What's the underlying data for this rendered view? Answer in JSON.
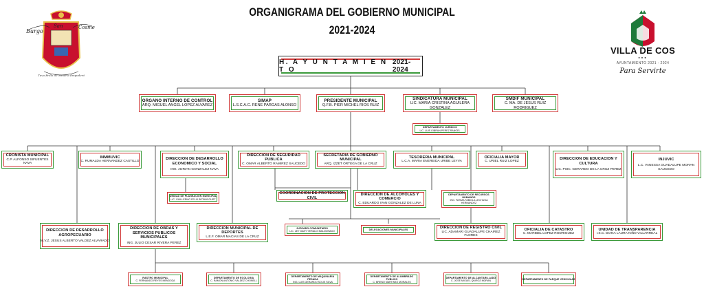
{
  "header": {
    "title": "ORGANIGRAMA DEL GOBIERNO MUNICIPAL",
    "years": "2021-2024"
  },
  "top": {
    "ayuntamiento": "H.  A Y U N T A M I E N T O",
    "period": "2021-2024"
  },
  "left_logo": {
    "word1": "Burgo",
    "word2": "San",
    "word3": "Cosme",
    "motto": "Tuvo Brillo de Minería Empoderó"
  },
  "right_logo": {
    "name": "VILLA DE COS",
    "dots": "●●●",
    "sub": "AYUNTAMIENTO 2021 - 2024",
    "slogan": "Para Servirte"
  },
  "row1": [
    {
      "title": "ORGANO INTERNO DE CONTROL",
      "sub": "ARQ. MIGUEL ANGEL LOPEZ ALVAREZ"
    },
    {
      "title": "SIMAP",
      "sub": "L.S.C.A.C. RENE PARGAS ALONSO"
    },
    {
      "title": "PRESIDENTE MUNICIPAL",
      "sub": "Q.F.B. PIER MICHEL RIOS RUIZ"
    },
    {
      "title": "SINDICATURA MUNICIPAL",
      "sub": "LIC. MARIA CRISTINA AGUILERA GONZALEZ"
    },
    {
      "title": "SMDIF MUNICIPAL",
      "sub": "C. MA. DE JESUS RUIZ RODRIGUEZ"
    }
  ],
  "juridico": {
    "title": "DEPARTAMENTO JURIDICO",
    "sub": "LIC. LUIS GIBRAN PEREZ RANGEL"
  },
  "row2": [
    {
      "title": "CRONISTA MUNICIPAL",
      "sub": "C.P. ALFONSO SIFUENTES NAVA"
    },
    {
      "title": "INMMUVIC",
      "sub": "C. RUMALDA HERNANDEZ CASTILLO"
    },
    {
      "title": "DIRECCION DE DESARROLLO ECONOMICO Y SOCIAL",
      "sub": "ING. ADRIAN GONZALEZ NAVA"
    },
    {
      "title": "DIRECCION DE SEGURIDAD PUBLICA",
      "sub": "C. OMAR ALBERTO RAMIREZ SAUCEDO"
    },
    {
      "title": "SECRETARIA DE GOBIERNO MUNICIPAL",
      "sub": "ARQ. IZZET ORTEGA DE LA CRUZ"
    },
    {
      "title": "TESORERIA MUNICIPAL",
      "sub": "L.C.A. MARIA ENEREIDA URIBE LEYVA"
    },
    {
      "title": "OFICIALIA MAYOR",
      "sub": "C. URIEL RUIZ LOPEZ"
    },
    {
      "title": "DIRECCION  DE  EDUCACION  Y CULTURA",
      "sub": "LIC. PSIC. GERARDO DE LA CRUZ PEREZ"
    },
    {
      "title": "INJUVIC",
      "sub": "L.C. VANESSA GUADALUPE MORAN SAUCEDO"
    }
  ],
  "planeacion": {
    "title": "UNIDAD DE PLANEACION MUNICIPAL",
    "sub": "LIC. GUILLERMO FELIX BETANCOURT"
  },
  "proteccion": {
    "title": "COORDINACION DE PROTECCION CIVIL"
  },
  "alcoholes": {
    "title": "DIRECCION DE ALCOHOLES Y COMERCIO",
    "sub": "C. EDUARDO IVAN GONZALEZ DE LUNA"
  },
  "rrhh": {
    "title": "DEPARTAMENTO DE RECURSOS HUMANOS",
    "sub": "ING. FATIMA FABIOLA LECHUGA HERNANDEZ"
  },
  "row3": [
    {
      "title": "DIRECCION DE DESARROLLO AGROPECUARIO",
      "sub": "M.V.Z. JESUS ALBERTO VALDEZ ALVARADO"
    },
    {
      "title": "DIRECCION DE OBRAS Y SERVICIOS PUBLICOS MUNICIPALES",
      "sub": "ING. JULIO CESAR RIVERA PEREZ"
    },
    {
      "title": "DIRECCION MUNICIPAL DE DEPORTES",
      "sub": "L.E.F. OMAR MACIAS DE LA CRUZ"
    },
    {
      "title": "JUZGADO COMUNITARIO",
      "sub": "LIC. LEY DANY YERALDI MALDONADO"
    },
    {
      "title": "DELEGACIONES MUNICIPALES"
    },
    {
      "title": "DIRECCION DE REGISTRO CIVIL",
      "sub": "LIC. ADAMARI GUADALUPE CHAIREZ FLORES"
    },
    {
      "title": "OFICIALIA DE CATASTRO",
      "sub": "C. MARIBEL LOPEZ RODRIGUEZ"
    },
    {
      "title": "UNIDAD DE TRANSPARENCIA",
      "sub": "I.S.C. DIANA LAURA NIÑO VILLARREAL"
    }
  ],
  "row4": [
    {
      "title": "RASTRO MUNICIPAL",
      "sub": "C. FERNANDO REYES MENDOZA"
    },
    {
      "title": "DEPARTAMENTO DE ECOLOGIA",
      "sub": "C. RAMON ANTONIO VALDEZ CHONELL"
    },
    {
      "title": "DEPARTAMENTO DE MAQUINARIA PESADA",
      "sub": "ING. LUIS GERARDO SOLIS SILVA"
    },
    {
      "title": "DEPARTAMENTO DE ALUMBRADO PUBLICO",
      "sub": "C. BRENO MARTINEZ MORALES"
    },
    {
      "title": "DEPARTAMENTO DE ALCANTARILLADO",
      "sub": "C. JOSE MIGUEL QUIROZ MORAN"
    },
    {
      "title": "DEPARTAMENTO DE PARQUE VEHICULAR"
    }
  ],
  "colors": {
    "green": "#3a9a3a",
    "red": "#d23a3a",
    "logo_red": "#c8102e",
    "logo_gold": "#e8c04a"
  }
}
